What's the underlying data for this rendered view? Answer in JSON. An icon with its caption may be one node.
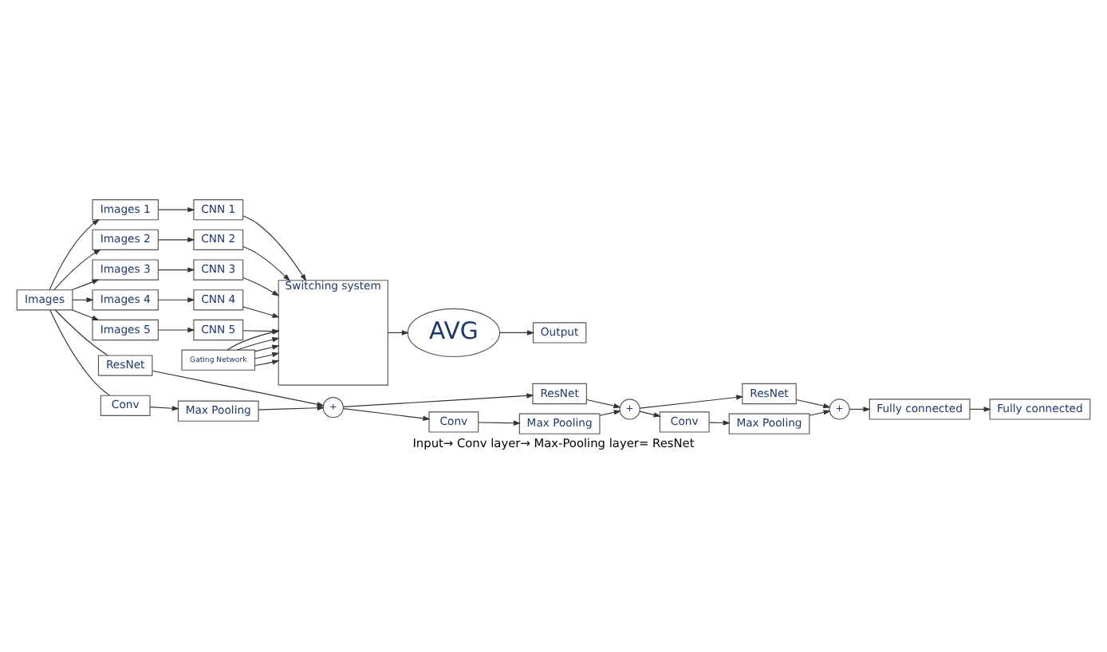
{
  "diagram": {
    "caption": "Input→ Conv layer→ Max-Pooling layer= ResNet",
    "nodes": [
      {
        "text": [
          "Images"
        ]
      },
      {
        "text": [
          "Images 1"
        ]
      },
      {
        "text": [
          "Images 2"
        ]
      },
      {
        "text": [
          "Images 3"
        ]
      },
      {
        "text": [
          "Images 4"
        ]
      },
      {
        "text": [
          "Images 5"
        ]
      },
      {
        "text": [
          "CNN 1"
        ]
      },
      {
        "text": [
          "CNN 2"
        ]
      },
      {
        "text": [
          "CNN 3"
        ]
      },
      {
        "text": [
          "CNN 4"
        ]
      },
      {
        "text": [
          "CNN 5"
        ]
      },
      {
        "text": [
          "Switching system"
        ]
      },
      {
        "text": [
          "AVG"
        ]
      },
      {
        "text": [
          "Output"
        ]
      },
      {
        "text": [
          "Gating Network"
        ]
      },
      {
        "text": [
          "ResNet"
        ]
      },
      {
        "text": [
          "+"
        ]
      },
      {
        "text": [
          "Conv"
        ]
      },
      {
        "text": [
          "Max Pooling"
        ]
      },
      {
        "text": [
          "ResNet"
        ]
      },
      {
        "text": [
          "+"
        ]
      },
      {
        "text": [
          "Conv"
        ]
      },
      {
        "text": [
          "Max Pooling"
        ]
      },
      {
        "text": [
          "ResNet"
        ]
      },
      {
        "text": [
          "+"
        ]
      },
      {
        "text": [
          "Conv"
        ]
      },
      {
        "text": [
          "Max Pooling"
        ]
      },
      {
        "text": [
          "Fully connected"
        ]
      },
      {
        "text": [
          "Fully connected"
        ]
      }
    ],
    "edges": [
      {
        "from": 0,
        "to": 1,
        "arrow": "to"
      },
      {
        "from": 0,
        "to": 2,
        "arrow": "to"
      },
      {
        "from": 0,
        "to": 3,
        "arrow": "to"
      },
      {
        "from": 0,
        "to": 4,
        "arrow": "to"
      },
      {
        "from": 0,
        "to": 5,
        "arrow": "to"
      },
      {
        "from": 1,
        "to": 6,
        "arrow": "to"
      },
      {
        "from": 2,
        "to": 7,
        "arrow": "to"
      },
      {
        "from": 3,
        "to": 8,
        "arrow": "to"
      },
      {
        "from": 4,
        "to": 9,
        "arrow": "to"
      },
      {
        "from": 5,
        "to": 10,
        "arrow": "to"
      },
      {
        "from": 6,
        "to": 11,
        "arrow": "to"
      },
      {
        "from": 7,
        "to": 11,
        "arrow": "to"
      },
      {
        "from": 8,
        "to": 11,
        "arrow": "to"
      },
      {
        "from": 9,
        "to": 11,
        "arrow": "to"
      },
      {
        "from": 10,
        "to": 11,
        "arrow": "to"
      },
      {
        "from": 14,
        "to": 11,
        "arrow": "to"
      },
      {
        "from": 14,
        "to": 11,
        "arrow": "to"
      },
      {
        "from": 14,
        "to": 11,
        "arrow": "to"
      },
      {
        "from": 14,
        "to": 11,
        "arrow": "to"
      },
      {
        "from": 14,
        "to": 11,
        "arrow": "to"
      },
      {
        "from": 11,
        "to": 12,
        "arrow": "to"
      },
      {
        "from": 12,
        "to": 13,
        "arrow": "to"
      },
      {
        "from": 0,
        "to": 15,
        "arrow": "none"
      },
      {
        "from": 0,
        "to": 17,
        "arrow": "none"
      },
      {
        "from": 15,
        "to": 16,
        "arrow": "to"
      },
      {
        "from": 17,
        "to": 18,
        "arrow": "to"
      },
      {
        "from": 18,
        "to": 16,
        "arrow": "to"
      },
      {
        "from": 16,
        "to": 19,
        "arrow": "to"
      },
      {
        "from": 16,
        "to": 21,
        "arrow": "to"
      },
      {
        "from": 19,
        "to": 20,
        "arrow": "to"
      },
      {
        "from": 21,
        "to": 22,
        "arrow": "to"
      },
      {
        "from": 22,
        "to": 20,
        "arrow": "to"
      },
      {
        "from": 20,
        "to": 23,
        "arrow": "to"
      },
      {
        "from": 20,
        "to": 25,
        "arrow": "to"
      },
      {
        "from": 23,
        "to": 24,
        "arrow": "to"
      },
      {
        "from": 25,
        "to": 26,
        "arrow": "to"
      },
      {
        "from": 26,
        "to": 24,
        "arrow": "to"
      },
      {
        "from": 24,
        "to": 27,
        "arrow": "to"
      },
      {
        "from": 27,
        "to": 28,
        "arrow": "to"
      }
    ]
  }
}
